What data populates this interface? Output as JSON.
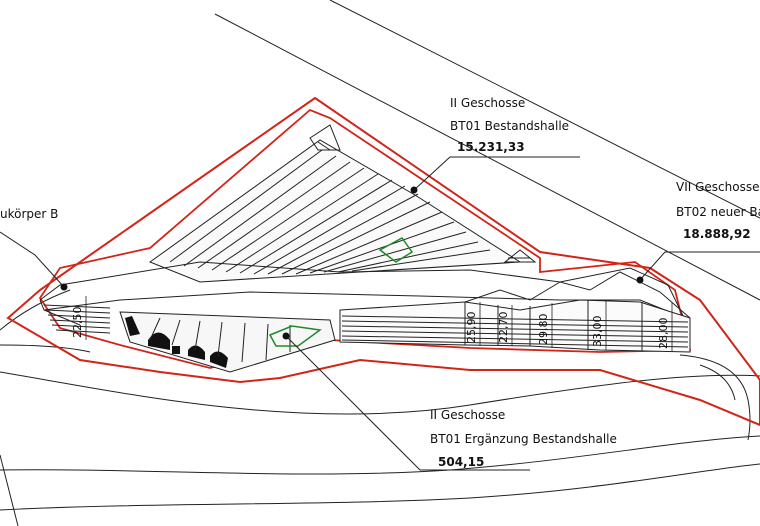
{
  "colors": {
    "outline": "#d32418",
    "line": "#111111",
    "green": "#1e8a2a",
    "bg": "#ffffff"
  },
  "labels": {
    "bt01_main": {
      "line1": "II Geschosse",
      "line2": "BT01 Bestandshalle",
      "value": "15.231,33"
    },
    "bt02": {
      "line1": "VII Geschosse",
      "line2": "BT02 neuer Ba",
      "value": "18.888,92"
    },
    "baukoerper_b": {
      "text": "ukörper B"
    },
    "bt01_ext": {
      "line1": "II Geschosse",
      "line2": "BT01 Ergänzung Bestandshalle",
      "value": "504,15"
    }
  },
  "dimensions": [
    "22,50",
    "25,90",
    "22,70",
    "29,80",
    "33,00",
    "28,00"
  ]
}
